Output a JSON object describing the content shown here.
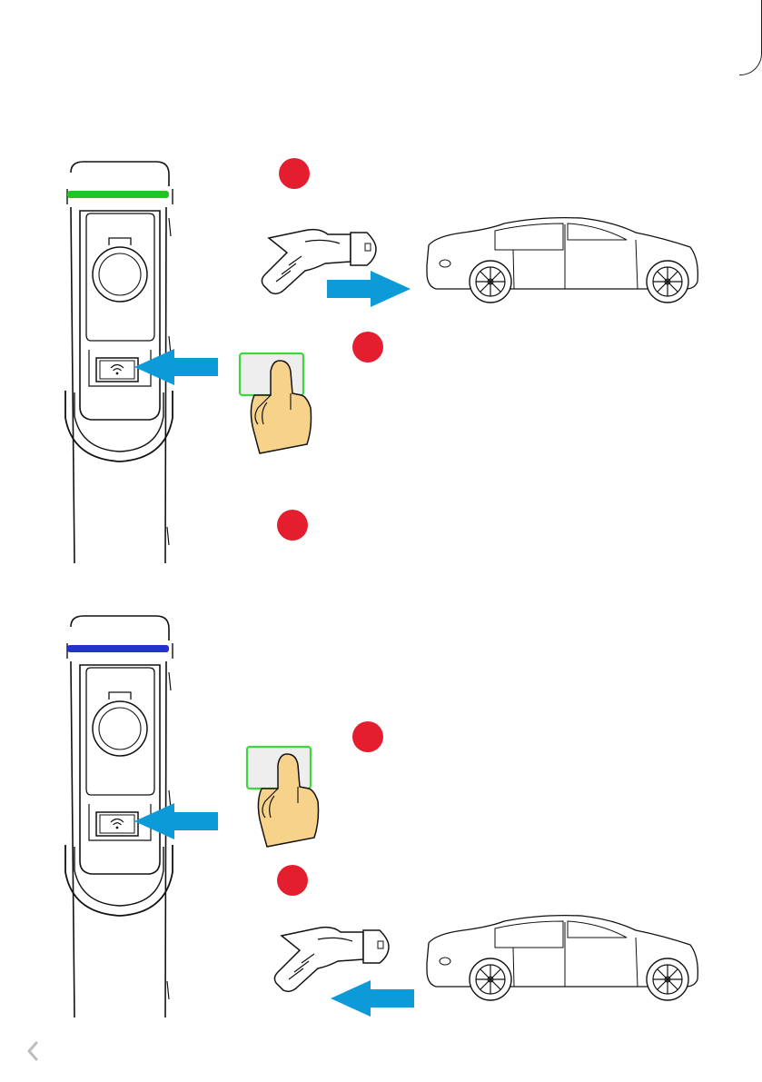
{
  "colors": {
    "step_marker": "#e41e2f",
    "arrow": "#0c9ad9",
    "led_start": "#22c422",
    "led_stop": "#2233cc",
    "card_border": "#3dd63d",
    "card_fill": "#eeeeee",
    "hand_fill": "#f7d28b",
    "chevron": "#bdbdbd"
  },
  "panels": [
    {
      "name": "start-charging",
      "led": "led_start",
      "steps": [
        "step-1",
        "step-2",
        "step-3"
      ],
      "arrows": [
        "plug-to-car",
        "card-to-reader"
      ]
    },
    {
      "name": "stop-charging",
      "led": "led_stop",
      "steps": [
        "step-1",
        "step-2"
      ],
      "arrows": [
        "card-to-reader",
        "plug-from-car"
      ]
    }
  ],
  "icons": {
    "reader": "contactless-icon",
    "nav_back": "chevron-left-icon"
  }
}
